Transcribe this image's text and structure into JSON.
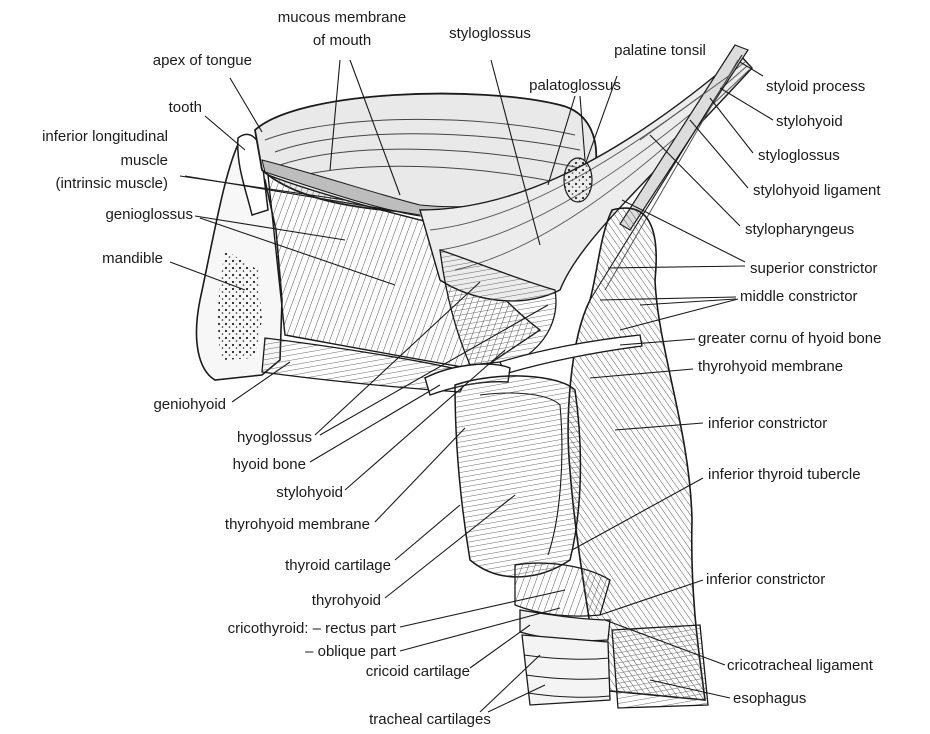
{
  "labels": {
    "mucous_membrane_1": "mucous membrane",
    "mucous_membrane_2": "of mouth",
    "apex_of_tongue": "apex of tongue",
    "tooth": "tooth",
    "inferior_longitudinal_1": "inferior longitudinal",
    "inferior_longitudinal_2": "muscle",
    "inferior_longitudinal_3": "(intrinsic muscle)",
    "genioglossus": "genioglossus",
    "mandible": "mandible",
    "geniohyoid": "geniohyoid",
    "hyoglossus": "hyoglossus",
    "hyoid_bone": "hyoid bone",
    "stylohyoid_left": "stylohyoid",
    "thyrohyoid_membrane_left": "thyrohyoid membrane",
    "thyroid_cartilage": "thyroid cartilage",
    "thyrohyoid": "thyrohyoid",
    "cricothyroid_rectus": "cricothyroid: – rectus part",
    "cricothyroid_oblique": "– oblique part",
    "cricoid_cartilage": "cricoid cartilage",
    "tracheal_cartilages": "tracheal cartilages",
    "styloglossus_top": "styloglossus",
    "palatoglossus": "palatoglossus",
    "palatine_tonsil": "palatine tonsil",
    "styloid_process": "styloid process",
    "stylohyoid_right": "stylohyoid",
    "styloglossus_right": "styloglossus",
    "stylohyoid_ligament": "stylohyoid ligament",
    "stylopharyngeus": "stylopharyngeus",
    "superior_constrictor": "superior constrictor",
    "middle_constrictor": "middle constrictor",
    "greater_cornu": "greater cornu of hyoid bone",
    "thyrohyoid_membrane_right": "thyrohyoid membrane",
    "inferior_constrictor_1": "inferior constrictor",
    "inferior_thyroid_tubercle": "inferior thyroid tubercle",
    "inferior_constrictor_2": "inferior constrictor",
    "cricotracheal_ligament": "cricotracheal ligament",
    "esophagus": "esophagus"
  },
  "colors": {
    "ink": "#1a1a1a",
    "muscle_fill": "#eeeeee",
    "shade": "#b8b8b8",
    "dark": "#3a3a3a"
  }
}
